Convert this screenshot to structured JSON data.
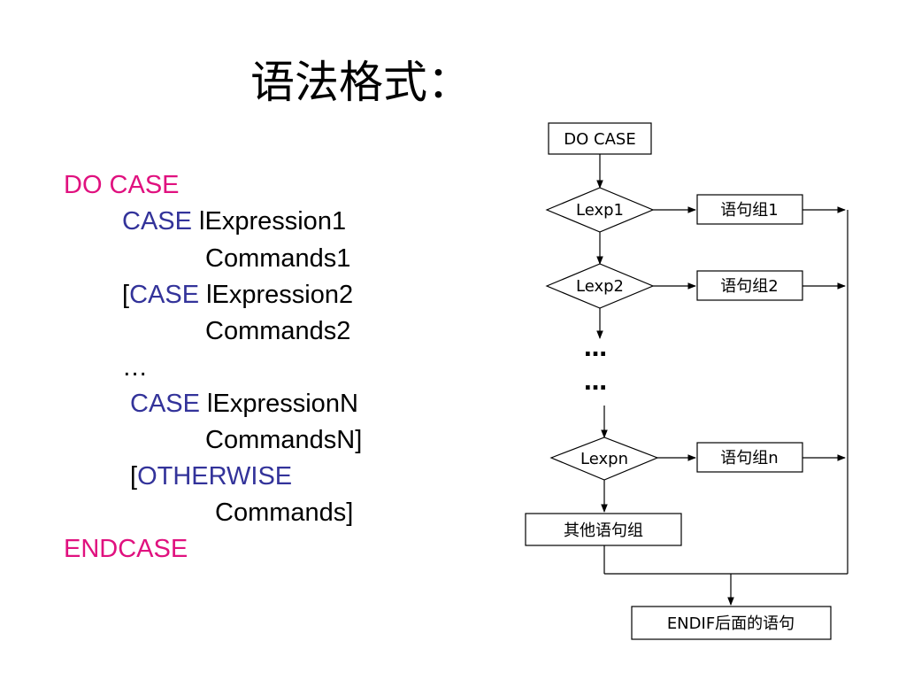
{
  "title": "语法格式：",
  "code": {
    "line1": {
      "kw": "DO CASE"
    },
    "line2": {
      "kw": "CASE",
      "rest": " lExpression1"
    },
    "line3": {
      "text": "Commands1"
    },
    "line4": {
      "open": "[",
      "kw": "CASE",
      "rest": " lExpression2"
    },
    "line5": {
      "text": "Commands2"
    },
    "line6": {
      "text": "…"
    },
    "line7": {
      "kw": "CASE",
      "rest": " lExpressionN"
    },
    "line8": {
      "text": "CommandsN]"
    },
    "line9": {
      "open": "[",
      "kw": "OTHERWISE"
    },
    "line10": {
      "text": "Commands]"
    },
    "line11": {
      "kw": "ENDCASE"
    }
  },
  "flow": {
    "start": "DO CASE",
    "cond1": "Lexp1",
    "cond2": "Lexp2",
    "condn": "Lexpn",
    "stmt1": "语句组1",
    "stmt2": "语句组2",
    "stmtn": "语句组n",
    "dots1": "…",
    "dots2": "…",
    "other": "其他语句组",
    "end": "ENDIF后面的语句"
  },
  "colors": {
    "keyword_pink": "#e0117f",
    "keyword_blue": "#33339a"
  }
}
